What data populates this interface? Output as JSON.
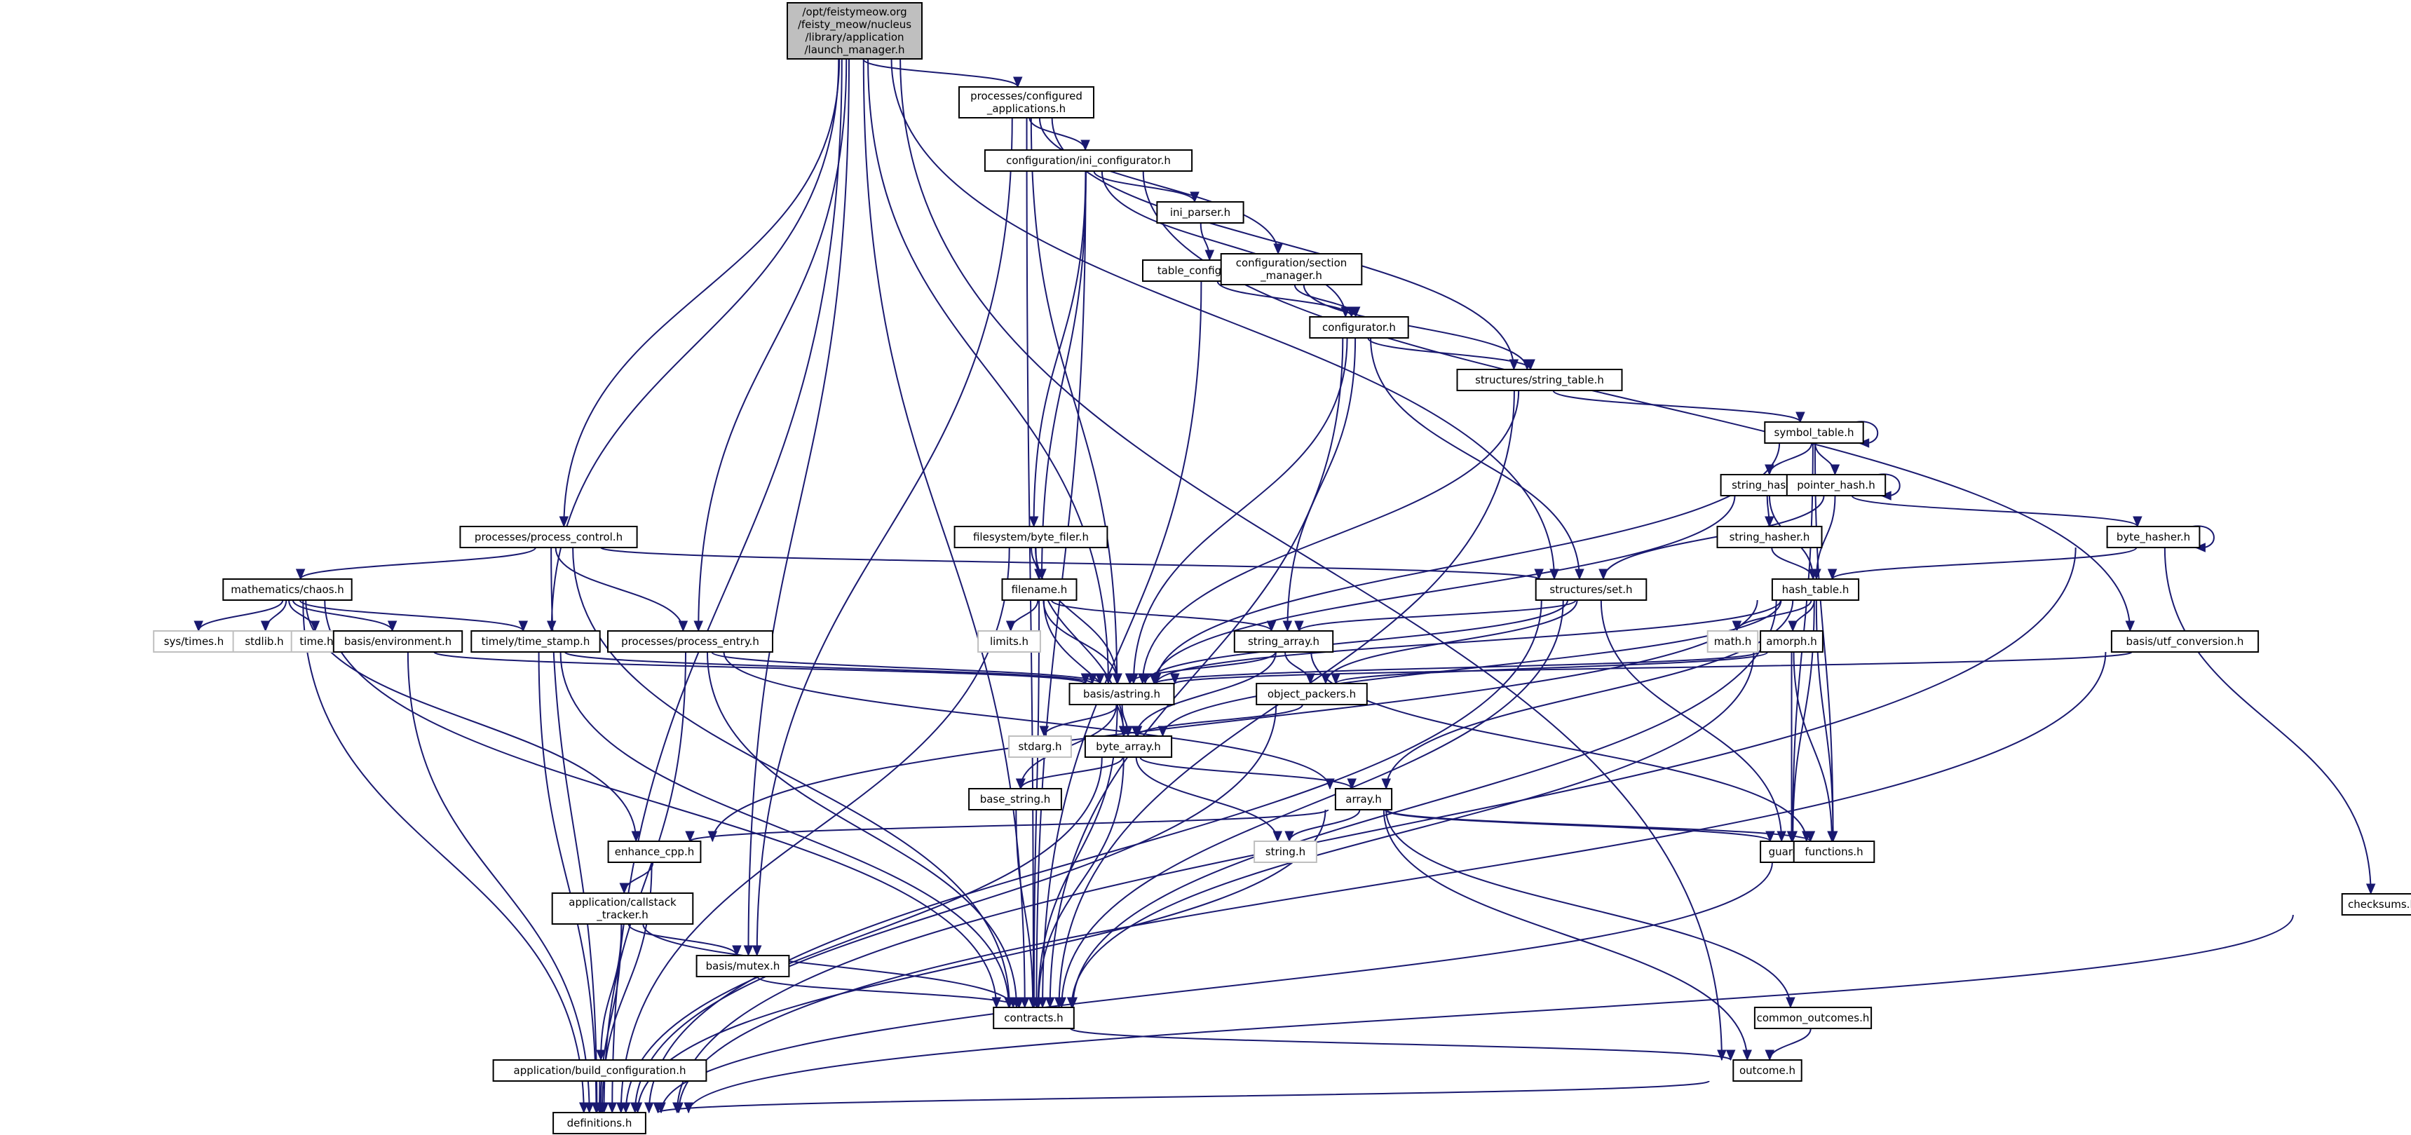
{
  "title": "Include dependency graph for launch_manager.h",
  "colors": {
    "edge": "#191970",
    "root_fill": "#bfbfbf",
    "node_border": "#000000",
    "system_border": "#bfbfbf"
  },
  "nodes": [
    {
      "id": "root",
      "lines": [
        "/opt/feistymeow.org",
        "/feisty_meow/nucleus",
        "/library/application",
        "/launch_manager.h"
      ],
      "kind": "root"
    },
    {
      "id": "configured_applications",
      "lines": [
        "processes/configured",
        "_applications.h"
      ],
      "kind": "local"
    },
    {
      "id": "ini_configurator",
      "lines": [
        "configuration/ini_configurator.h"
      ],
      "kind": "local"
    },
    {
      "id": "ini_parser",
      "lines": [
        "ini_parser.h"
      ],
      "kind": "local"
    },
    {
      "id": "table_configurator",
      "lines": [
        "table_configurator.h"
      ],
      "kind": "local"
    },
    {
      "id": "section_manager",
      "lines": [
        "configuration/section",
        "_manager.h"
      ],
      "kind": "local"
    },
    {
      "id": "configurator",
      "lines": [
        "configurator.h"
      ],
      "kind": "local"
    },
    {
      "id": "string_table",
      "lines": [
        "structures/string_table.h"
      ],
      "kind": "local"
    },
    {
      "id": "symbol_table",
      "lines": [
        "symbol_table.h"
      ],
      "kind": "local"
    },
    {
      "id": "string_hash",
      "lines": [
        "string_hash.h"
      ],
      "kind": "local"
    },
    {
      "id": "pointer_hash",
      "lines": [
        "pointer_hash.h"
      ],
      "kind": "local"
    },
    {
      "id": "string_hasher",
      "lines": [
        "string_hasher.h"
      ],
      "kind": "local"
    },
    {
      "id": "byte_hasher",
      "lines": [
        "byte_hasher.h"
      ],
      "kind": "local"
    },
    {
      "id": "hash_table",
      "lines": [
        "hash_table.h"
      ],
      "kind": "local"
    },
    {
      "id": "process_control",
      "lines": [
        "processes/process_control.h"
      ],
      "kind": "local"
    },
    {
      "id": "byte_filer",
      "lines": [
        "filesystem/byte_filer.h"
      ],
      "kind": "local"
    },
    {
      "id": "set",
      "lines": [
        "structures/set.h"
      ],
      "kind": "local"
    },
    {
      "id": "chaos",
      "lines": [
        "mathematics/chaos.h"
      ],
      "kind": "local"
    },
    {
      "id": "filename",
      "lines": [
        "filename.h"
      ],
      "kind": "local"
    },
    {
      "id": "sys_times",
      "lines": [
        "sys/times.h"
      ],
      "kind": "system"
    },
    {
      "id": "stdlib",
      "lines": [
        "stdlib.h"
      ],
      "kind": "system"
    },
    {
      "id": "time",
      "lines": [
        "time.h"
      ],
      "kind": "system"
    },
    {
      "id": "environment",
      "lines": [
        "basis/environment.h"
      ],
      "kind": "local"
    },
    {
      "id": "time_stamp",
      "lines": [
        "timely/time_stamp.h"
      ],
      "kind": "local"
    },
    {
      "id": "process_entry",
      "lines": [
        "processes/process_entry.h"
      ],
      "kind": "local"
    },
    {
      "id": "limits",
      "lines": [
        "limits.h"
      ],
      "kind": "system"
    },
    {
      "id": "string_array",
      "lines": [
        "string_array.h"
      ],
      "kind": "local"
    },
    {
      "id": "math",
      "lines": [
        "math.h"
      ],
      "kind": "system"
    },
    {
      "id": "amorph",
      "lines": [
        "amorph.h"
      ],
      "kind": "local"
    },
    {
      "id": "utf_conversion",
      "lines": [
        "basis/utf_conversion.h"
      ],
      "kind": "local"
    },
    {
      "id": "astring",
      "lines": [
        "basis/astring.h"
      ],
      "kind": "local"
    },
    {
      "id": "object_packers",
      "lines": [
        "object_packers.h"
      ],
      "kind": "local"
    },
    {
      "id": "stdarg",
      "lines": [
        "stdarg.h"
      ],
      "kind": "system"
    },
    {
      "id": "byte_array",
      "lines": [
        "byte_array.h"
      ],
      "kind": "local"
    },
    {
      "id": "base_string",
      "lines": [
        "base_string.h"
      ],
      "kind": "local"
    },
    {
      "id": "array",
      "lines": [
        "array.h"
      ],
      "kind": "local"
    },
    {
      "id": "enhance_cpp",
      "lines": [
        "enhance_cpp.h"
      ],
      "kind": "local"
    },
    {
      "id": "string_h",
      "lines": [
        "string.h"
      ],
      "kind": "system"
    },
    {
      "id": "guards",
      "lines": [
        "guards.h"
      ],
      "kind": "local"
    },
    {
      "id": "functions",
      "lines": [
        "functions.h"
      ],
      "kind": "local"
    },
    {
      "id": "checksums",
      "lines": [
        "checksums.h"
      ],
      "kind": "local"
    },
    {
      "id": "callstack_tracker",
      "lines": [
        "application/callstack",
        "_tracker.h"
      ],
      "kind": "local"
    },
    {
      "id": "mutex",
      "lines": [
        "basis/mutex.h"
      ],
      "kind": "local"
    },
    {
      "id": "contracts",
      "lines": [
        "contracts.h"
      ],
      "kind": "local"
    },
    {
      "id": "common_outcomes",
      "lines": [
        "common_outcomes.h"
      ],
      "kind": "local"
    },
    {
      "id": "build_configuration",
      "lines": [
        "application/build_configuration.h"
      ],
      "kind": "local"
    },
    {
      "id": "outcome",
      "lines": [
        "outcome.h"
      ],
      "kind": "local"
    },
    {
      "id": "definitions",
      "lines": [
        "definitions.h"
      ],
      "kind": "local"
    }
  ],
  "edges": [
    [
      "root",
      "configured_applications"
    ],
    [
      "root",
      "process_control"
    ],
    [
      "root",
      "time_stamp"
    ],
    [
      "root",
      "process_entry"
    ],
    [
      "root",
      "mutex"
    ],
    [
      "root",
      "contracts"
    ],
    [
      "root",
      "astring"
    ],
    [
      "root",
      "set"
    ],
    [
      "root",
      "outcome"
    ],
    [
      "root",
      "definitions"
    ],
    [
      "configured_applications",
      "ini_configurator"
    ],
    [
      "configured_applications",
      "section_manager"
    ],
    [
      "configured_applications",
      "string_table"
    ],
    [
      "configured_applications",
      "astring"
    ],
    [
      "configured_applications",
      "contracts"
    ],
    [
      "configured_applications",
      "mutex"
    ],
    [
      "ini_configurator",
      "ini_parser"
    ],
    [
      "ini_configurator",
      "configurator"
    ],
    [
      "ini_configurator",
      "byte_filer"
    ],
    [
      "ini_configurator",
      "filename"
    ],
    [
      "ini_configurator",
      "contracts"
    ],
    [
      "ini_configurator",
      "utf_conversion"
    ],
    [
      "ini_parser",
      "table_configurator"
    ],
    [
      "table_configurator",
      "configurator"
    ],
    [
      "table_configurator",
      "contracts"
    ],
    [
      "section_manager",
      "configurator"
    ],
    [
      "section_manager",
      "string_table"
    ],
    [
      "configurator",
      "string_table"
    ],
    [
      "configurator",
      "astring"
    ],
    [
      "configurator",
      "set"
    ],
    [
      "configurator",
      "string_array"
    ],
    [
      "configurator",
      "contracts"
    ],
    [
      "string_table",
      "symbol_table"
    ],
    [
      "string_table",
      "astring"
    ],
    [
      "string_table",
      "contracts"
    ],
    [
      "symbol_table",
      "symbol_table"
    ],
    [
      "symbol_table",
      "string_hash"
    ],
    [
      "symbol_table",
      "pointer_hash"
    ],
    [
      "symbol_table",
      "astring"
    ],
    [
      "symbol_table",
      "guards"
    ],
    [
      "symbol_table",
      "functions"
    ],
    [
      "string_hash",
      "string_hasher"
    ],
    [
      "string_hash",
      "hash_table"
    ],
    [
      "string_hash",
      "astring"
    ],
    [
      "pointer_hash",
      "pointer_hash"
    ],
    [
      "pointer_hash",
      "hash_table"
    ],
    [
      "pointer_hash",
      "byte_hasher"
    ],
    [
      "pointer_hash",
      "set"
    ],
    [
      "string_hasher",
      "hash_table"
    ],
    [
      "byte_hasher",
      "byte_hasher"
    ],
    [
      "byte_hasher",
      "hash_table"
    ],
    [
      "byte_hasher",
      "checksums"
    ],
    [
      "byte_hasher",
      "definitions"
    ],
    [
      "hash_table",
      "amorph"
    ],
    [
      "hash_table",
      "math"
    ],
    [
      "hash_table",
      "array"
    ],
    [
      "hash_table",
      "guards"
    ],
    [
      "hash_table",
      "functions"
    ],
    [
      "hash_table",
      "contracts"
    ],
    [
      "hash_table",
      "byte_array"
    ],
    [
      "hash_table",
      "enhance_cpp"
    ],
    [
      "hash_table",
      "astring"
    ],
    [
      "process_control",
      "chaos"
    ],
    [
      "process_control",
      "process_entry"
    ],
    [
      "process_control",
      "set"
    ],
    [
      "process_control",
      "definitions"
    ],
    [
      "process_control",
      "contracts"
    ],
    [
      "byte_filer",
      "filename"
    ],
    [
      "byte_filer",
      "astring"
    ],
    [
      "byte_filer",
      "byte_array"
    ],
    [
      "byte_filer",
      "definitions"
    ],
    [
      "set",
      "string_array"
    ],
    [
      "set",
      "object_packers"
    ],
    [
      "set",
      "astring"
    ],
    [
      "set",
      "contracts"
    ],
    [
      "set",
      "guards"
    ],
    [
      "set",
      "definitions"
    ],
    [
      "chaos",
      "sys_times"
    ],
    [
      "chaos",
      "stdlib"
    ],
    [
      "chaos",
      "time"
    ],
    [
      "chaos",
      "environment"
    ],
    [
      "chaos",
      "time_stamp"
    ],
    [
      "chaos",
      "definitions"
    ],
    [
      "chaos",
      "enhance_cpp"
    ],
    [
      "chaos",
      "contracts"
    ],
    [
      "filename",
      "limits"
    ],
    [
      "filename",
      "astring"
    ],
    [
      "filename",
      "string_array"
    ],
    [
      "filename",
      "byte_array"
    ],
    [
      "filename",
      "contracts"
    ],
    [
      "environment",
      "astring"
    ],
    [
      "environment",
      "definitions"
    ],
    [
      "time_stamp",
      "astring"
    ],
    [
      "time_stamp",
      "definitions"
    ],
    [
      "time_stamp",
      "contracts"
    ],
    [
      "process_entry",
      "astring"
    ],
    [
      "process_entry",
      "array"
    ],
    [
      "process_entry",
      "contracts"
    ],
    [
      "process_entry",
      "definitions"
    ],
    [
      "string_array",
      "astring"
    ],
    [
      "string_array",
      "object_packers"
    ],
    [
      "string_array",
      "byte_array"
    ],
    [
      "string_array",
      "functions"
    ],
    [
      "amorph",
      "object_packers"
    ],
    [
      "amorph",
      "astring"
    ],
    [
      "amorph",
      "guards"
    ],
    [
      "amorph",
      "functions"
    ],
    [
      "amorph",
      "contracts"
    ],
    [
      "utf_conversion",
      "astring"
    ],
    [
      "utf_conversion",
      "definitions"
    ],
    [
      "astring",
      "stdarg"
    ],
    [
      "astring",
      "byte_array"
    ],
    [
      "astring",
      "base_string"
    ],
    [
      "astring",
      "contracts"
    ],
    [
      "object_packers",
      "byte_array"
    ],
    [
      "object_packers",
      "definitions"
    ],
    [
      "byte_array",
      "base_string"
    ],
    [
      "byte_array",
      "array"
    ],
    [
      "byte_array",
      "string_h"
    ],
    [
      "byte_array",
      "contracts"
    ],
    [
      "byte_array",
      "definitions"
    ],
    [
      "base_string",
      "contracts"
    ],
    [
      "array",
      "enhance_cpp"
    ],
    [
      "array",
      "string_h"
    ],
    [
      "array",
      "guards"
    ],
    [
      "array",
      "functions"
    ],
    [
      "array",
      "common_outcomes"
    ],
    [
      "array",
      "outcome"
    ],
    [
      "array",
      "definitions"
    ],
    [
      "enhance_cpp",
      "callstack_tracker"
    ],
    [
      "enhance_cpp",
      "definitions"
    ],
    [
      "functions",
      "definitions"
    ],
    [
      "checksums",
      "definitions"
    ],
    [
      "callstack_tracker",
      "mutex"
    ],
    [
      "callstack_tracker",
      "build_configuration"
    ],
    [
      "callstack_tracker",
      "contracts"
    ],
    [
      "callstack_tracker",
      "definitions"
    ],
    [
      "mutex",
      "contracts"
    ],
    [
      "contracts",
      "outcome"
    ],
    [
      "common_outcomes",
      "outcome"
    ],
    [
      "build_configuration",
      "definitions"
    ],
    [
      "outcome",
      "definitions"
    ]
  ]
}
